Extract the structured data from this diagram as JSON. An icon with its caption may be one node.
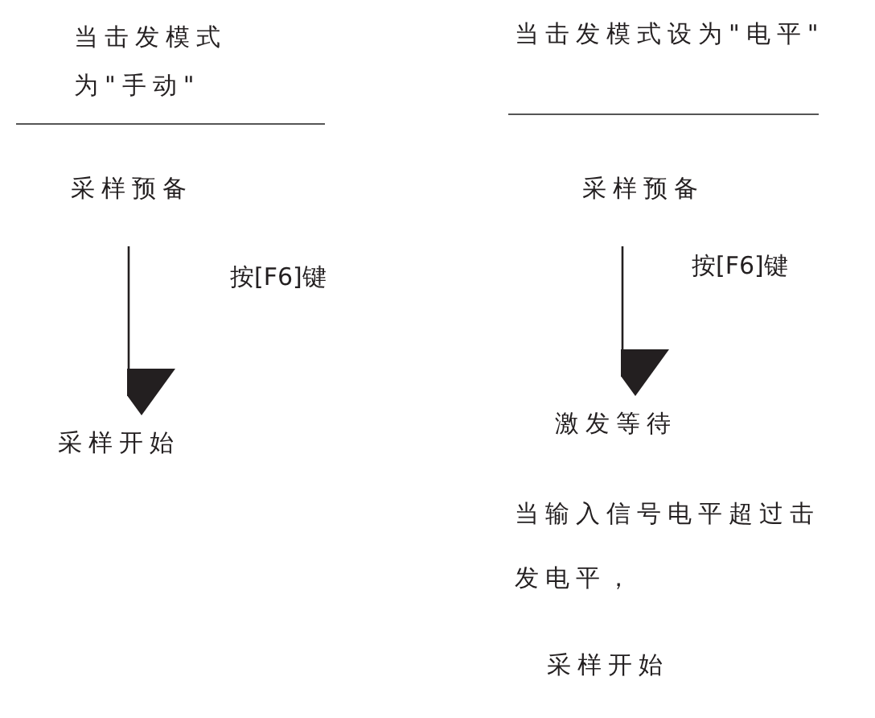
{
  "diagram": {
    "nodes": [
      {
        "text": [
          "采样预备"
        ]
      },
      {
        "text": [
          "采样开始"
        ]
      },
      {
        "text": [
          "采样预备"
        ]
      },
      {
        "text": [
          "激发等待"
        ]
      },
      {
        "text": [
          "采样开始"
        ]
      }
    ],
    "edges": [
      {
        "from": 0,
        "to": 1,
        "arrow": "to",
        "label": "按[F6]键"
      },
      {
        "from": 2,
        "to": 3,
        "arrow": "to",
        "label": "按[F6]键"
      }
    ],
    "labels": [
      "当击发模式为\"手动\"",
      "当击发模式设为\"电平\"",
      "当输入信号电平超过击发电平，"
    ]
  }
}
